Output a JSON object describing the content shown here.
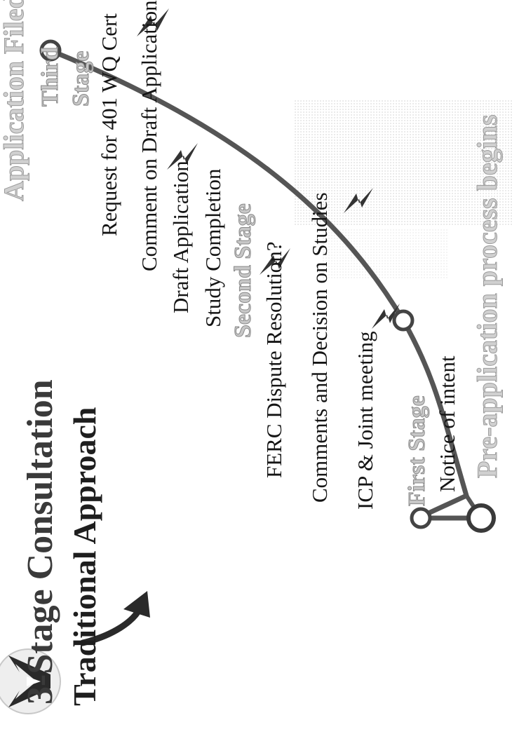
{
  "slide": {
    "title": "3-Stage Consultation",
    "subtitle": "Traditional Approach",
    "stages": {
      "first": "First Stage",
      "second": "Second Stage",
      "third": "Third Stage"
    },
    "bottom_banner": "Pre-application process begins",
    "top_banner": "Application Filed",
    "items": {
      "notice_of_intent": "Notice of intent",
      "icp_joint_meeting": "ICP & Joint meeting",
      "comments_decision_studies": "Comments and Decision on Studies",
      "ferc_dispute": "FERC Dispute Resolution?",
      "study_completion": "Study Completion",
      "draft_application": "Draft Application",
      "comment_draft_application": "Comment on Draft Application",
      "request_401": "Request for 401 WQ Cert"
    },
    "colors": {
      "curve": "#555555",
      "bolt": "#333333",
      "stage_text": "#c7c7c7"
    }
  }
}
